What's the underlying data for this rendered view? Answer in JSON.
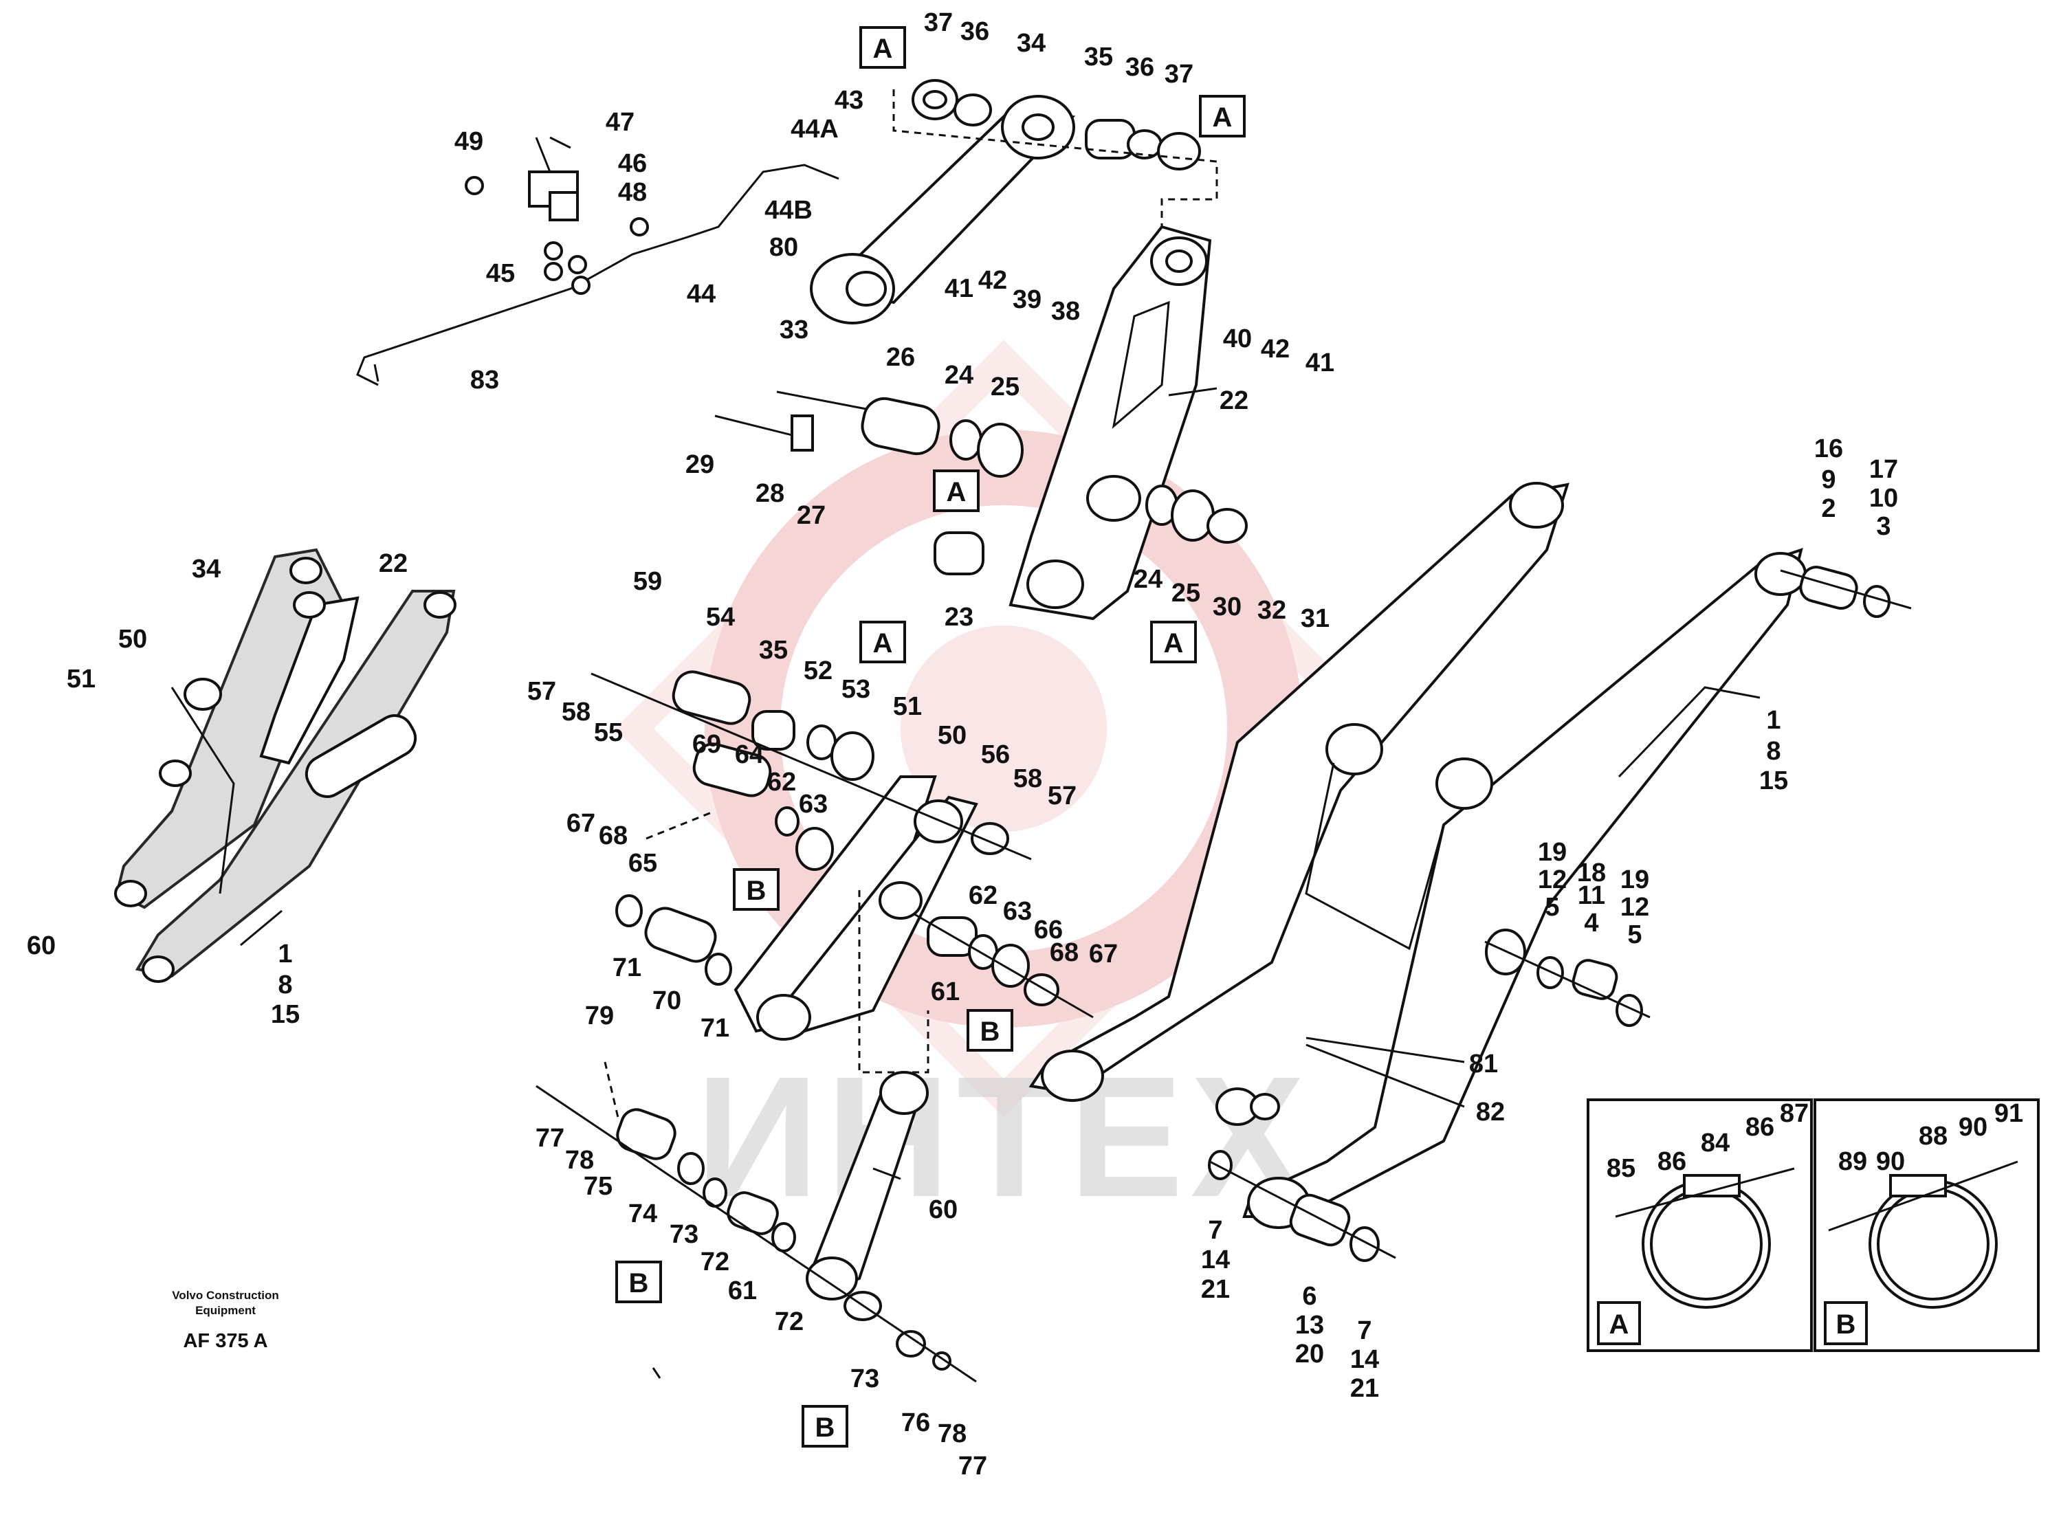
{
  "watermark": {
    "text": "ИНТЕХ",
    "color": "#e8a0a0"
  },
  "credit": {
    "line1": "Volvo Construction",
    "line2": "Equipment",
    "code": "AF 375 A"
  },
  "detail_views": {
    "a_letter": "A",
    "b_letter": "B"
  },
  "callouts": {
    "c37a": "37",
    "c36a": "36",
    "c34": "34",
    "c35": "35",
    "c36b": "36",
    "c37b": "37",
    "c43": "43",
    "c44a": "44A",
    "c44b": "44B",
    "c80": "80",
    "c44": "44",
    "c49": "49",
    "c47": "47",
    "c46": "46",
    "c48": "48",
    "c45": "45",
    "c83": "83",
    "c41a": "41",
    "c42a": "42",
    "c39": "39",
    "c38": "38",
    "c40": "40",
    "c42b": "42",
    "c41b": "41",
    "c33": "33",
    "c26": "26",
    "c24a": "24",
    "c25a": "25",
    "c22": "22",
    "c29": "29",
    "c28": "28",
    "c27": "27",
    "c23": "23",
    "c24b": "24",
    "c25b": "25",
    "c30": "30",
    "c32": "32",
    "c31": "31",
    "c16": "16",
    "c9": "9",
    "c2": "2",
    "c17": "17",
    "c10": "10",
    "c3": "3",
    "c1_8_15a_1": "1",
    "c1_8_15a_8": "8",
    "c1_8_15a_15": "15",
    "c59": "59",
    "c54": "54",
    "c35b": "35",
    "c52": "52",
    "c53": "53",
    "c57a": "57",
    "c58a": "58",
    "c55": "55",
    "c69": "69",
    "c64": "64",
    "c62a": "62",
    "c63a": "63",
    "c51b": "51",
    "c50b": "50",
    "c56": "56",
    "c58b": "58",
    "c57b": "57",
    "c67a": "67",
    "c68a": "68",
    "c65": "65",
    "c71a": "71",
    "c70": "70",
    "c71b": "71",
    "c61a": "61",
    "c62b": "62",
    "c63b": "63",
    "c66": "66",
    "c68b": "68",
    "c67b": "67",
    "c79": "79",
    "c77a": "77",
    "c78a": "78",
    "c75": "75",
    "c74": "74",
    "c73a": "73",
    "c72a": "72",
    "c61b": "61",
    "c72b": "72",
    "c60b": "60",
    "c73b": "73",
    "c76": "76",
    "c78b": "78",
    "c77b": "77",
    "c81": "81",
    "c82": "82",
    "c19a": "19",
    "c12a": "12",
    "c5a": "5",
    "c18": "18",
    "c11": "11",
    "c4": "4",
    "c19b": "19",
    "c12b": "12",
    "c5b": "5",
    "c7a": "7",
    "c14a": "14",
    "c21a": "21",
    "c6": "6",
    "c13": "13",
    "c20": "20",
    "c7b": "7",
    "c14b": "14",
    "c21b": "21",
    "c34s": "34",
    "c22s": "22",
    "c50s": "50",
    "c51s": "51",
    "c60s": "60",
    "c1s": "1",
    "c8s": "8",
    "c15s": "15",
    "c85": "85",
    "c86a": "86",
    "c84": "84",
    "c86b": "86",
    "c87": "87",
    "c89": "89",
    "c90a": "90",
    "c88": "88",
    "c90b": "90",
    "c91": "91"
  },
  "tags": {
    "t1": "A",
    "t2": "A",
    "t3": "A",
    "t4": "A",
    "t5": "A",
    "t6": "B",
    "t7": "B",
    "t8": "B",
    "t9": "B"
  }
}
